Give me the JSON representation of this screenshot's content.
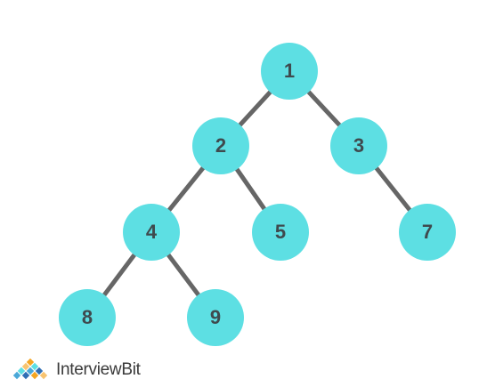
{
  "diagram": {
    "type": "binary-tree",
    "colors": {
      "node_fill": "#5ddfe3",
      "edge": "#666666",
      "label": "#3f4a4e"
    },
    "nodes": [
      {
        "id": "1",
        "label": "1"
      },
      {
        "id": "2",
        "label": "2"
      },
      {
        "id": "3",
        "label": "3"
      },
      {
        "id": "4",
        "label": "4"
      },
      {
        "id": "5",
        "label": "5"
      },
      {
        "id": "7",
        "label": "7"
      },
      {
        "id": "8",
        "label": "8"
      },
      {
        "id": "9",
        "label": "9"
      }
    ],
    "edges": [
      {
        "from": "1",
        "to": "2"
      },
      {
        "from": "1",
        "to": "3"
      },
      {
        "from": "2",
        "to": "4"
      },
      {
        "from": "2",
        "to": "5"
      },
      {
        "from": "3",
        "to": "7"
      },
      {
        "from": "4",
        "to": "8"
      },
      {
        "from": "4",
        "to": "9"
      }
    ]
  },
  "brand": {
    "name": "InterviewBit",
    "logo_icon": "interviewbit-logo-icon",
    "logo_colors": [
      "#f5a623",
      "#f8c471",
      "#5ddfe3",
      "#4aa8d8",
      "#2f6fb5"
    ]
  }
}
